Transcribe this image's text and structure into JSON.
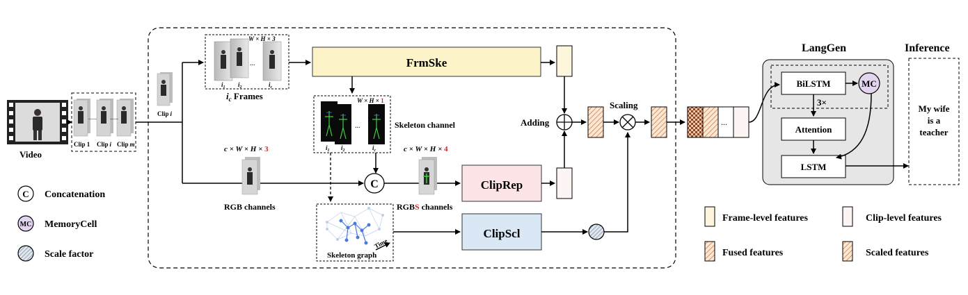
{
  "labels": {
    "video": "Video",
    "clip_1": "Clip 1",
    "clip_i": "Clip",
    "clip_i_sub": "i",
    "clip_m": "Clip",
    "clip_m_sub": "m",
    "clip_single": "Clip",
    "clip_single_sub": "i",
    "dots": "......",
    "frames_dim": "W × H × 3",
    "frames_caption_prefix": "i",
    "frames_caption_sub": "c",
    "frames_caption_suffix": " Frames",
    "frame_1": "1",
    "frame_2": "2",
    "frame_c": "c",
    "frmske": "FrmSke",
    "skeleton_dim_prefix": "W × H × ",
    "skeleton_dim_num": "1",
    "skeleton_channel": "Skeleton channel",
    "rgb_dim_prefix": "c × W × H × ",
    "rgb_dim_num": "3",
    "rgb_channels": "RGB channels",
    "concat_symbol": "C",
    "rgbs_dim_prefix": "c × W × H × ",
    "rgbs_dim_num": "4",
    "rgbs_label_pre": "RGB",
    "rgbs_label_s": "S",
    "rgbs_label_post": " channels",
    "cliprep": "ClipRep",
    "clipscl": "ClipScl",
    "skeleton_graph": "Skeleton graph",
    "time": "Time",
    "adding": "Adding",
    "scaling": "Scaling",
    "langgen": "LangGen",
    "bilstm": "BiLSTM",
    "mc": "MC",
    "times3": "3×",
    "attention": "Attention",
    "lstm": "LSTM",
    "inference": "Inference",
    "output_sentence": [
      "My wife",
      "is a",
      "teacher"
    ]
  },
  "legend": {
    "concat_symbol": "C",
    "concatenation": "Concatenation",
    "mc_symbol": "MC",
    "memorycell": "MemoryCell",
    "scale_factor": "Scale factor",
    "frame_level": "Frame-level features",
    "clip_level": "Clip-level features",
    "fused": "Fused features",
    "scaled": "Scaled features"
  },
  "colors": {
    "frmske_fill": "#fdf3c8",
    "cliprep_fill": "#fde4e6",
    "clipscl_fill": "#dae8f5",
    "langgen_fill": "#e6e6e6",
    "mc_fill": "#e3d4f0",
    "highlight_red": "#e02020",
    "frame_feat_fill": "#fdf6dc",
    "clip_feat_fill": "#fdf5f3",
    "fused_stroke": "#d9935e",
    "scaled_fill": "#f2c8a8"
  }
}
